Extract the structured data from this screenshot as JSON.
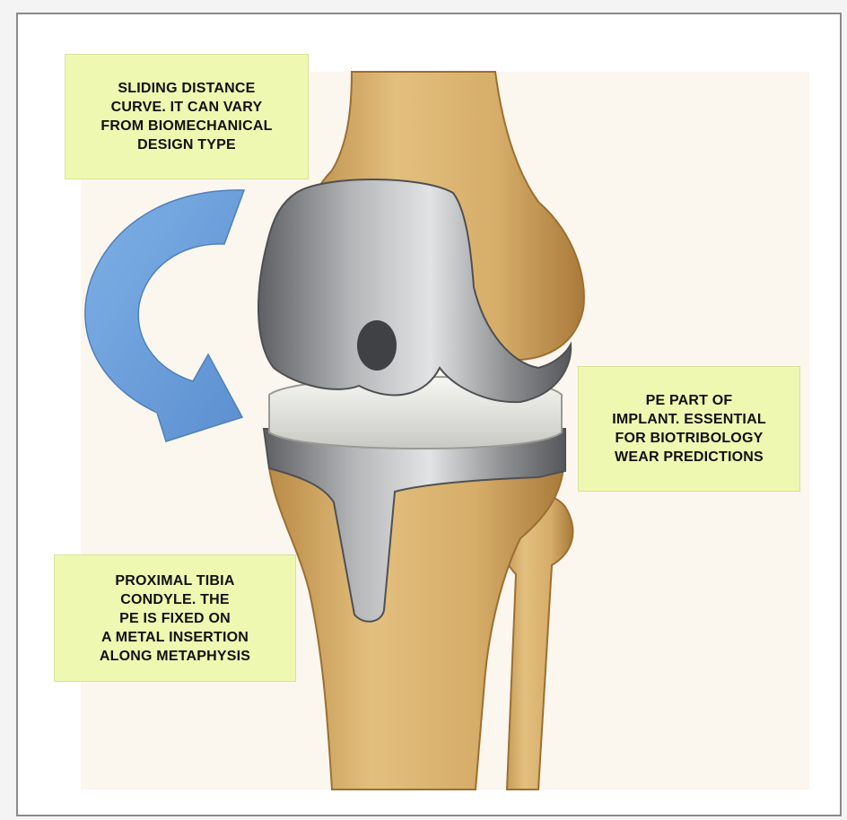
{
  "callouts": {
    "sliding": "SLIDING DISTANCE\nCURVE. IT CAN VARY\nFROM BIOMECHANICAL\nDESIGN TYPE",
    "pe_part": "PE PART OF\nIMPLANT. ESSENTIAL\nFOR BIOTRIBOLOGY\nWEAR PREDICTIONS",
    "tibia": "PROXIMAL TIBIA\nCONDYLE. THE\nPE IS FIXED ON\nA METAL INSERTION\nALONG METAPHYSIS"
  },
  "colors": {
    "callout_bg": "#eef8b0",
    "bone": "#d9b070",
    "metal": "#8f9193",
    "polyethylene": "#e6e6e2",
    "arrow": "#6f9fd6"
  }
}
